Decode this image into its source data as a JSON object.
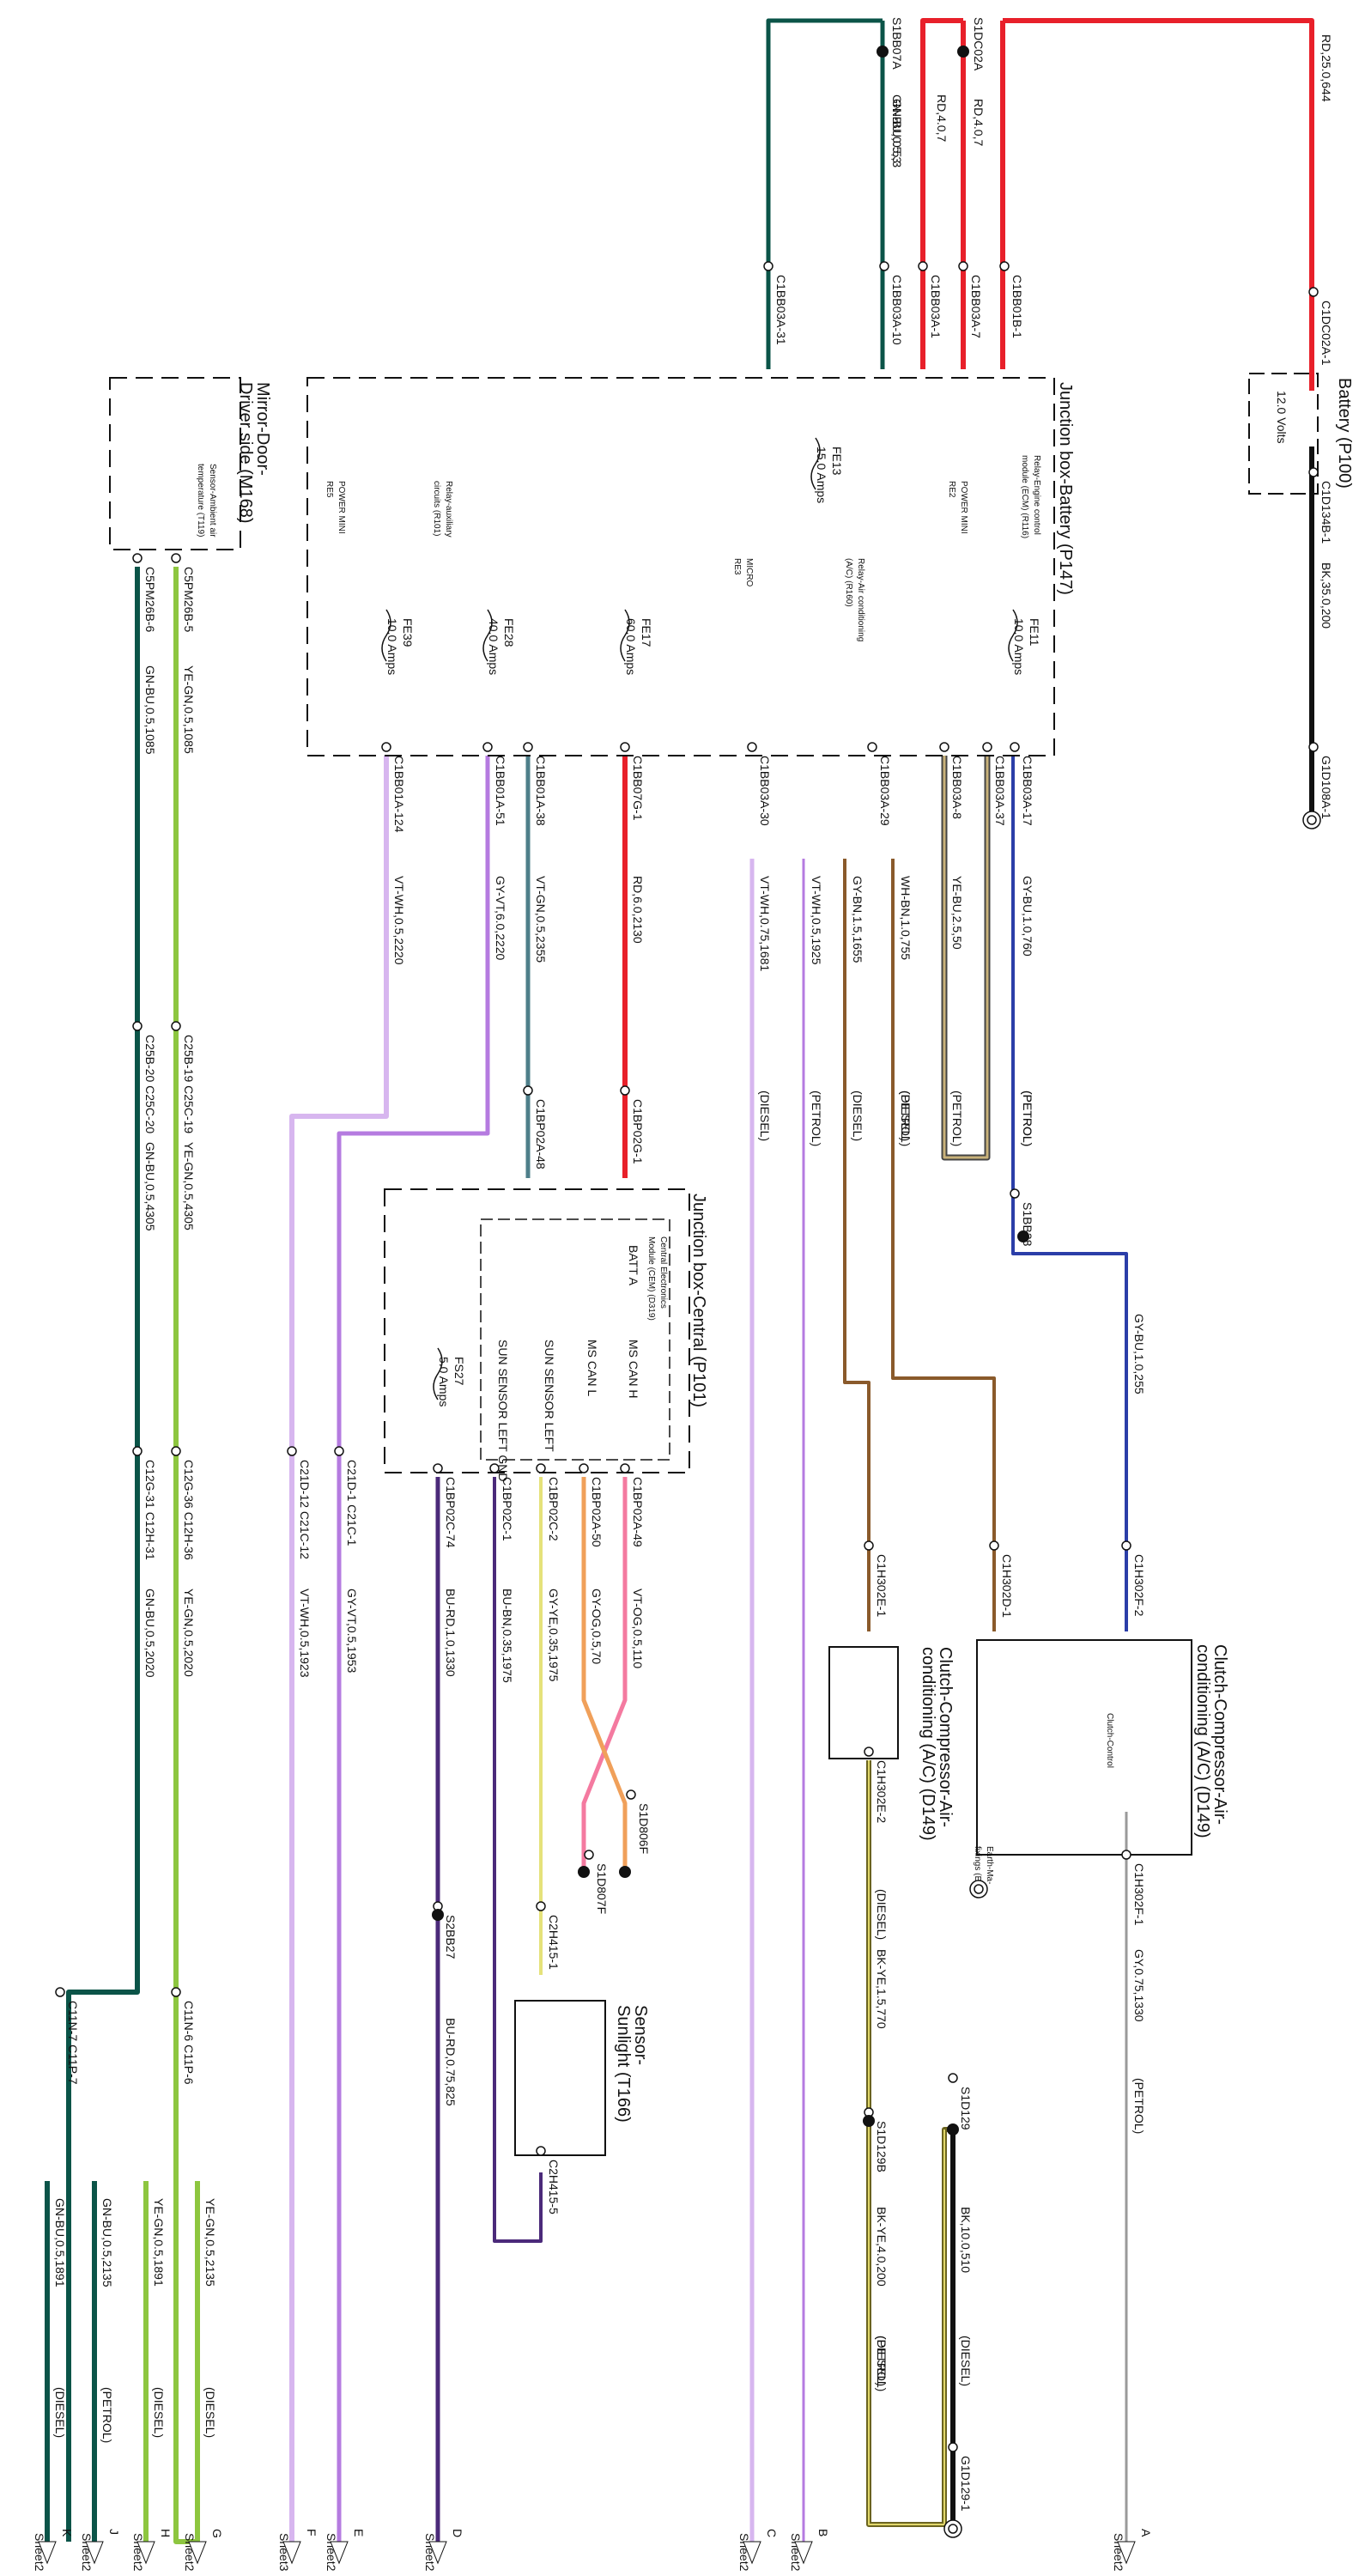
{
  "titles": {
    "battery": "Battery (P100)",
    "jb_battery": "Junction box-Battery (P147)",
    "jb_central": "Junction box-Central (P101)",
    "mirror": "Mirror-Door-\nDriver side (M168)",
    "clutch1": "Clutch-Compressor-Air-\nconditioning (A/C) (D149)",
    "clutch2": "Clutch-Compressor-Air-\nconditioning (A/C) (D149)",
    "sensor_sun": "Sensor-\nSunlight (T166)"
  },
  "components": {
    "battery_volts": "12.0 Volts",
    "relay_aux": "Relay-auxiliary\ncircuits (R101)",
    "relay_ecm": "Relay-Engine control\nmodule (ECM) (R116)",
    "relay_ac": "Relay-Air conditioning\n(A/C) (R160)",
    "powermini": "POWER MINI\nRE5",
    "powermini2": "POWER MINI\nRE2",
    "micro": "MICRO\nRE3",
    "sensor_ambient": "Sensor-Ambient air\ntemperature (T119)",
    "cem": "Central Electronics\nModule (CEM) (D319)",
    "clutch_control": "Clutch-Control",
    "earth": "Earth-Ma-\nfixings (E110)"
  },
  "fuses": [
    {
      "id": "FE39",
      "rating": "10.0 Amps"
    },
    {
      "id": "FE28",
      "rating": "40.0 Amps"
    },
    {
      "id": "FE17",
      "rating": "60.0 Amps"
    },
    {
      "id": "FE13",
      "rating": "15.0 Amps"
    },
    {
      "id": "FE11",
      "rating": "10.0 Amps"
    },
    {
      "id": "FS27",
      "rating": "5.0 Amps"
    }
  ],
  "cem_pins": [
    "BATT A",
    "MS CAN H",
    "MS CAN L",
    "SUN SENSOR LEFT",
    "SUN SENSOR LEFT GND"
  ],
  "top_labels": [
    {
      "conn": "S1BB07A",
      "wire": "GN-BU,0.5,3"
    },
    {
      "conn": "S1DC02A",
      "wire": "RD,4.0,7"
    },
    {
      "conn": "",
      "wire": "RD,4.0,7"
    },
    {
      "conn": "",
      "wire": "GN-BU,0.5,3"
    },
    {
      "conn": "",
      "wire": "RD,25.0,644"
    },
    {
      "conn": "",
      "wire": "BK,35.0,200"
    }
  ],
  "connectors": [
    "C1BB03A-31",
    "C1BB03A-10",
    "C1BB03A-1",
    "C1BB03A-7",
    "C1BB01B-1",
    "C1DC02A-1",
    "C1D134B-1",
    "G1D108A-1",
    "C1BB01A-124",
    "C1BB01A-51",
    "C1BB01A-38",
    "C1BB07G-1",
    "C1BB03A-30",
    "C1BB03A-29",
    "C1BB03A-8",
    "C1BB03A-37",
    "C1BB03A-17",
    "C5PM26B-5",
    "C5PM26B-6",
    "C25B-19 C25C-19",
    "C25B-20 C25C-20",
    "C1BP02A-48",
    "C1BP02G-1",
    "S1BB38",
    "C12G-36 C12H-36",
    "C12G-31 C12H-31",
    "C21D-12 C21C-12",
    "C21D-1 C21C-1",
    "C1BP02C-74",
    "C1BP02C-1",
    "C1BP02C-2",
    "C1BP02A-50",
    "C1BP02A-49",
    "C1H302E-1",
    "C1H302D-1",
    "C1H302F-2",
    "C1H302E-2",
    "C1H302F-1",
    "S1D806F",
    "S1D807F",
    "S2BB27",
    "C2H415-1",
    "C2H415-5",
    "C11N-7 C11P-7",
    "C11N-6 C11P-6",
    "S1D129B",
    "S1D129",
    "G1D129-1"
  ],
  "wires": [
    "VT-WH,0.5,2220",
    "GY-VT,6.0,2220",
    "VT-GN,0.5,2355",
    "RD,6.0,2130",
    "VT-WH,0.75,1681",
    "VT-WH,0.5,1925",
    "GY-BN,1.5,1655",
    "WH-BN,1.0,755",
    "YE-BU,2.5,50",
    "GY-BU,1.0,760",
    "YE-GN,0.5,1085",
    "GN-BU,0.5,1085",
    "YE-GN,0.5,4305",
    "GN-BU,0.5,4305",
    "GY-BU,1.0,255",
    "YE-GN,0.5,2020",
    "GN-BU,0.5,2020",
    "VT-WH,0.5,1923",
    "GY-VT,0.5,1953",
    "VT-OG,0.5,110",
    "GY-OG,0.5,70",
    "GY-YE,0.35,1975",
    "BU-BN,0.35,1975",
    "BU-RD,1.0,1330",
    "BU-RD,0.75,825",
    "BK-YE,1.5,770",
    "GY,0.75,1330",
    "BK,10.0,510",
    "BK-YE,4.0,200",
    "YE-GN,0.5,2135",
    "GN-BU,0.5,2135",
    "YE-GN,0.5,1891",
    "GN-BU,0.5,1891"
  ],
  "variants": [
    "(PETROL)",
    "(DIESEL)",
    "(PETROL)",
    "(DIESEL)",
    "(DIESEL)",
    "(PETROL)",
    "(PETROL)",
    "(PETROL)",
    "(DIESEL)",
    "(PETROL)",
    "(DIESEL)",
    "(DIESEL)",
    "(DIESEL)",
    "(DIESEL)",
    "(PETROL)",
    "(DIESEL)",
    "(PETROL)"
  ],
  "sheet_refs": [
    {
      "letter": "A",
      "sheet": "Sheet2"
    },
    {
      "letter": "B",
      "sheet": "Sheet2"
    },
    {
      "letter": "C",
      "sheet": "Sheet2"
    },
    {
      "letter": "D",
      "sheet": "Sheet2"
    },
    {
      "letter": "E",
      "sheet": "Sheet2"
    },
    {
      "letter": "F",
      "sheet": "Sheet3"
    },
    {
      "letter": "G",
      "sheet": "Sheet2"
    },
    {
      "letter": "H",
      "sheet": "Sheet2"
    },
    {
      "letter": "J",
      "sheet": "Sheet2"
    },
    {
      "letter": "K",
      "sheet": "Sheet2"
    }
  ],
  "colors": {
    "red": "#e8202a",
    "green_dark": "#0b5448",
    "yellow_green": "#8dc63f",
    "violet": "#b57be0",
    "violet_light": "#d7b6ef",
    "blue": "#2b3ea8",
    "brown": "#8a5a2b",
    "gray": "#9a9a9a",
    "black": "#111111",
    "olive": "#b8ad3a",
    "orange": "#f0a05a",
    "pink": "#f47aa0",
    "purple_dark": "#4b2a7a"
  }
}
